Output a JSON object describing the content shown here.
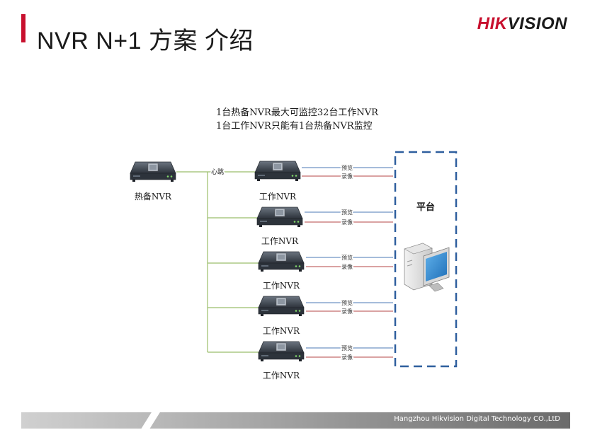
{
  "header": {
    "title": "NVR N+1  方案  介绍",
    "logo_red": "HIK",
    "logo_dark": "VISION"
  },
  "diagram": {
    "notes": [
      "1台热备NVR最大可监控32台工作NVR",
      "1台工作NVR只能有1台热备NVR监控"
    ],
    "hot_standby": {
      "label": "热备NVR",
      "link_label": "心跳"
    },
    "work_nvrs": [
      {
        "label": "工作NVR",
        "preview_label": "预览",
        "record_label": "录像"
      },
      {
        "label": "工作NVR",
        "preview_label": "预览",
        "record_label": "录像"
      },
      {
        "label": "工作NVR",
        "preview_label": "预览",
        "record_label": "录像"
      },
      {
        "label": "工作NVR",
        "preview_label": "预览",
        "record_label": "录像"
      },
      {
        "label": "工作NVR",
        "preview_label": "预览",
        "record_label": "录像"
      }
    ],
    "platform": {
      "label": "平台"
    },
    "colors": {
      "heartbeat_line": "#9bbd6a",
      "preview_line": "#6f95c4",
      "record_line": "#c46a6a",
      "platform_border": "#2f5f9e",
      "device_dark": "#3a424d"
    }
  },
  "footer": {
    "company": "Hangzhou Hikvision Digital Technology CO.,LtD"
  }
}
